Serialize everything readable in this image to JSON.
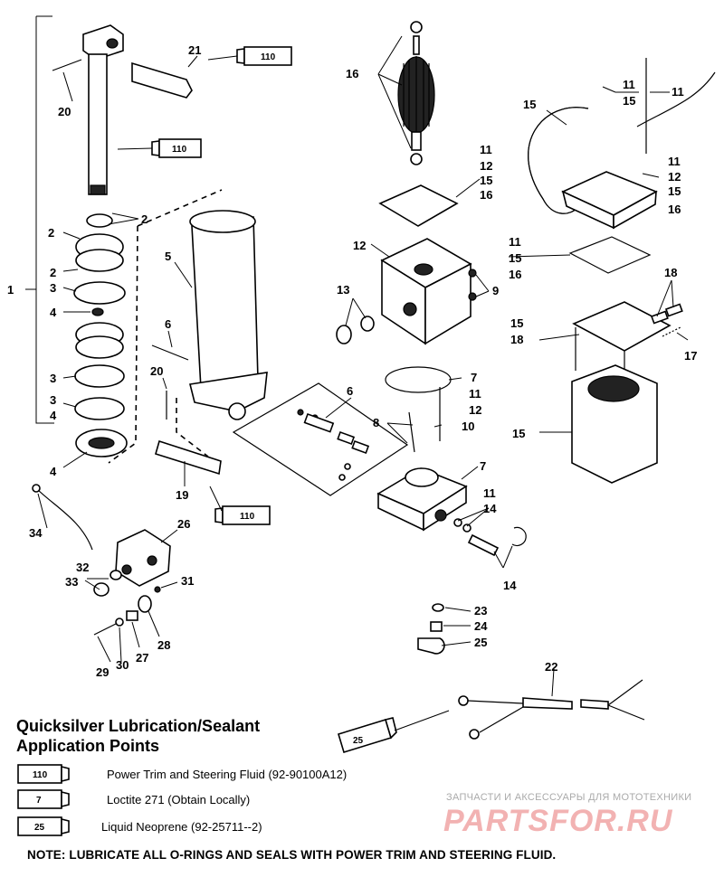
{
  "legend": {
    "title_line1": "Quicksilver Lubrication/Sealant",
    "title_line2": "Application Points",
    "items": [
      {
        "code": "110",
        "text": "Power Trim  and Steering Fluid (92-90100A12)"
      },
      {
        "code": "7",
        "text": "Loctite 271 (Obtain Locally)"
      },
      {
        "code": "25",
        "text": "Liquid Neoprene (92-25711--2)"
      }
    ]
  },
  "note": "NOTE: LUBRICATE ALL O-RINGS AND SEALS WITH POWER TRIM AND STEERING FLUID.",
  "watermark": {
    "subtitle": "ЗАПЧАСТИ И АКСЕССУАРЫ ДЛЯ МОТОТЕХНИКИ",
    "brand": "PARTSFOR.RU"
  },
  "tube_labels": {
    "t1": "110",
    "t2": "110",
    "t3": "110",
    "t4": "25"
  },
  "callouts": {
    "c1": "1",
    "c2a": "2",
    "c2b": "2",
    "c2c": "2",
    "c3a": "3",
    "c3b": "3",
    "c3c": "3",
    "c4a": "4",
    "c4b": "4",
    "c4c": "4",
    "c5": "5",
    "c6a": "6",
    "c6b": "6",
    "c7a": "7",
    "c7b": "7",
    "c8": "8",
    "c9": "9",
    "c10": "10",
    "c11a": "11",
    "c11b": "11",
    "c11c": "11",
    "c11d": "11",
    "c11e": "11",
    "c11f": "11",
    "c11g": "11",
    "c12a": "12",
    "c12b": "12",
    "c12c": "12",
    "c12d": "12",
    "c13": "13",
    "c14a": "14",
    "c14b": "14",
    "c15a": "15",
    "c15b": "15",
    "c15c": "15",
    "c15d": "15",
    "c15e": "15",
    "c15f": "15",
    "c15g": "15",
    "c16a": "16",
    "c16b": "16",
    "c16c": "16",
    "c16d": "16",
    "c17": "17",
    "c18a": "18",
    "c18b": "18",
    "c19": "19",
    "c20a": "20",
    "c20b": "20",
    "c21": "21",
    "c22": "22",
    "c23": "23",
    "c24": "24",
    "c25": "25",
    "c26": "26",
    "c27": "27",
    "c28": "28",
    "c29": "29",
    "c30": "30",
    "c31": "31",
    "c32": "32",
    "c33": "33",
    "c34": "34"
  }
}
